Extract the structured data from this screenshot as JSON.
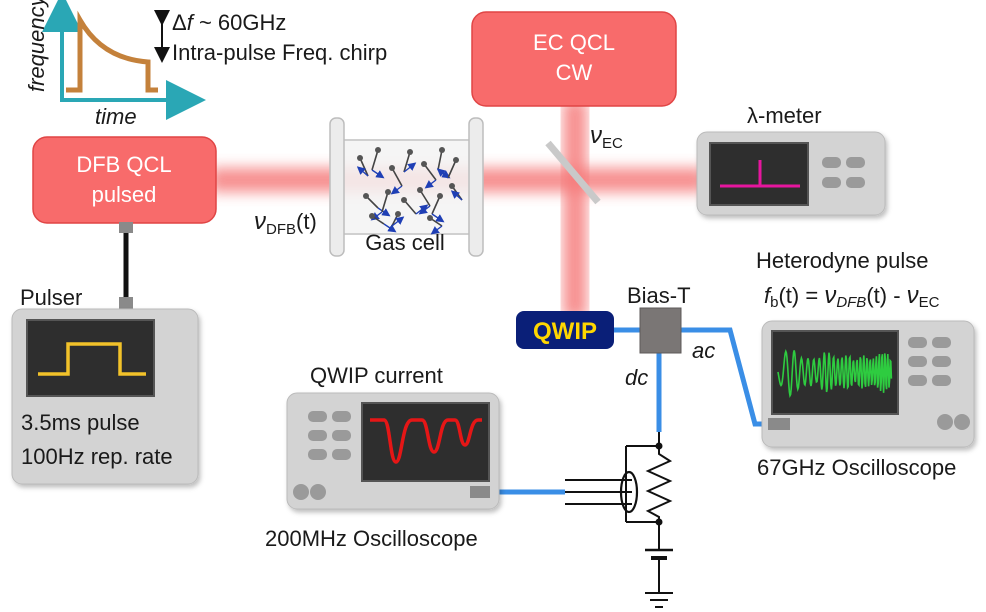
{
  "inset": {
    "ylabel": "frequency",
    "xlabel": "time",
    "delta": "Δ",
    "f_symbol": "f",
    "chirp_value": " ~ 60GHz",
    "chirp_label": "Intra-pulse Freq. chirp"
  },
  "lasers": {
    "ec_line1": "EC QCL",
    "ec_line2": "CW",
    "ec_freq_symbol": "ν",
    "ec_freq_sub": "EC",
    "dfb_line1": "DFB QCL",
    "dfb_line2": "pulsed",
    "dfb_freq_symbol": "ν",
    "dfb_freq_sub": "DFB",
    "dfb_freq_tail": "(t)"
  },
  "gas_cell": {
    "label": "Gas cell"
  },
  "lambda_meter": {
    "label": "λ-meter"
  },
  "pulser": {
    "label": "Pulser",
    "spec_line1": "3.5ms pulse",
    "spec_line2": "100Hz rep. rate"
  },
  "detector": {
    "label": "QWIP"
  },
  "bias_t": {
    "label": "Bias-T",
    "ac_label": "ac",
    "dc_label": "dc"
  },
  "heterodyne": {
    "title": "Heterodyne pulse",
    "f_symbol": "f",
    "f_sub": "b",
    "t_eq": "(t) = ",
    "nu": "ν",
    "dfb_sub": "DFB",
    "t_minus": "(t) - ",
    "ec_sub": "EC"
  },
  "scope_fast": {
    "label": "67GHz Oscilloscope"
  },
  "scope_slow": {
    "title": "QWIP current",
    "label": "200MHz Oscilloscope"
  },
  "colors": {
    "laser_box": "#f86b6b",
    "laser_text": "#ffffff",
    "beam": "#f57a7a",
    "qwip_fill": "#0a1f78",
    "qwip_text": "#ffd700",
    "cable": "#3a8ee6",
    "instrument": "#d3d3d3",
    "screen": "#2f2f2f",
    "pulse_trace": "#f2c22b",
    "meter_trace": "#e6199e",
    "hetero_trace": "#2ecc40",
    "qwip_trace": "#e61919",
    "inset_axis": "#2aa7b5",
    "inset_curve": "#c4813b"
  }
}
